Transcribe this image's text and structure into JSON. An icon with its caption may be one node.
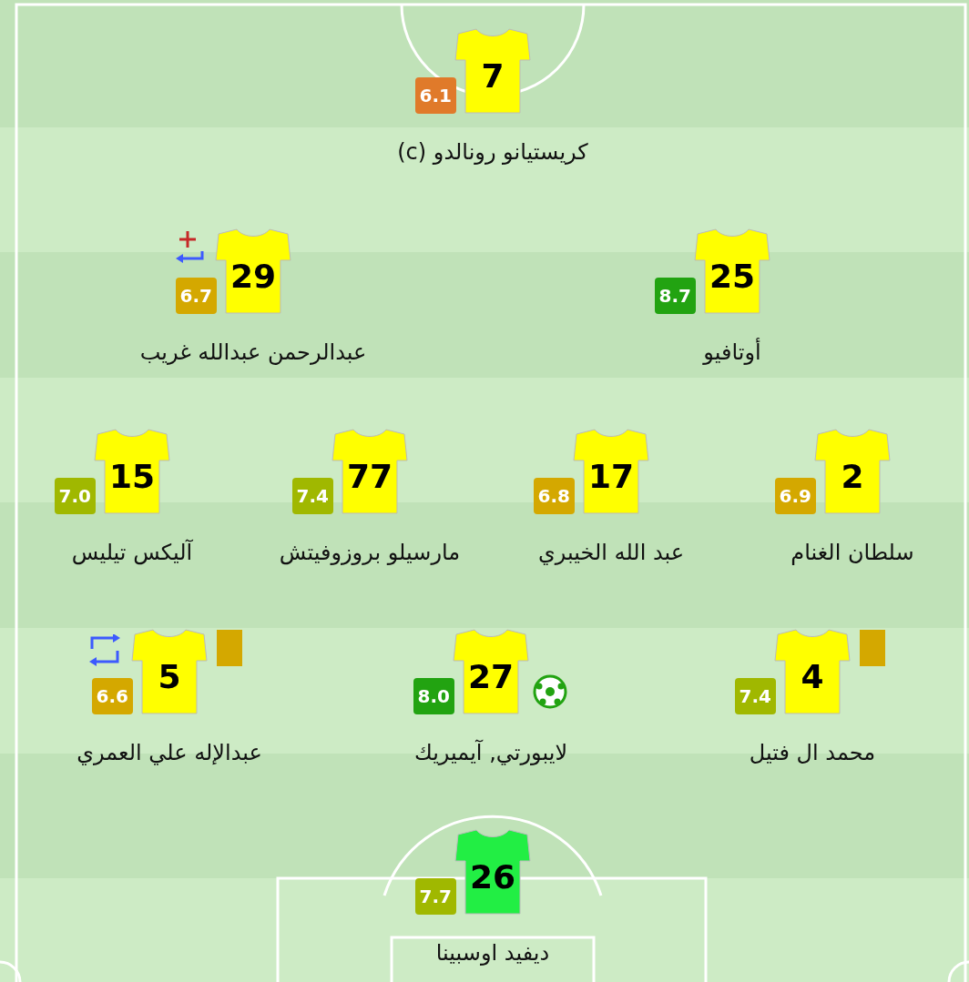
{
  "diagram": {
    "nodes": [
      {
        "text": [
          "7",
          "6.1"
        ],
        "beside": [
          "كريستيانو رونالدو (c)"
        ]
      },
      {
        "text": [
          "29",
          "6.7"
        ],
        "beside": [
          "عبدالرحمن عبدالله غريب"
        ]
      },
      {
        "text": [
          "25",
          "8.7"
        ],
        "beside": [
          "أوتافيو"
        ]
      },
      {
        "text": [
          "15",
          "7.0"
        ],
        "beside": [
          "آليكس تيليس"
        ]
      },
      {
        "text": [
          "77",
          "7.4"
        ],
        "beside": [
          "مارسيلو بروزوفيتش"
        ]
      },
      {
        "text": [
          "17",
          "6.8"
        ],
        "beside": [
          "عبد الله الخيبري"
        ]
      },
      {
        "text": [
          "2",
          "6.9"
        ],
        "beside": [
          "سلطان الغنام"
        ]
      },
      {
        "text": [
          "5",
          "6.6"
        ],
        "beside": [
          "عبدالإله علي العمري"
        ]
      },
      {
        "text": [
          "27",
          "8.0"
        ],
        "beside": [
          "لايبورتي, آيميريك"
        ]
      },
      {
        "text": [
          "4",
          "7.4"
        ],
        "beside": [
          "محمد ال فتيل"
        ]
      },
      {
        "text": [
          "26",
          "7.7"
        ],
        "beside": [
          "ديفيد اوسبينا"
        ]
      }
    ]
  }
}
